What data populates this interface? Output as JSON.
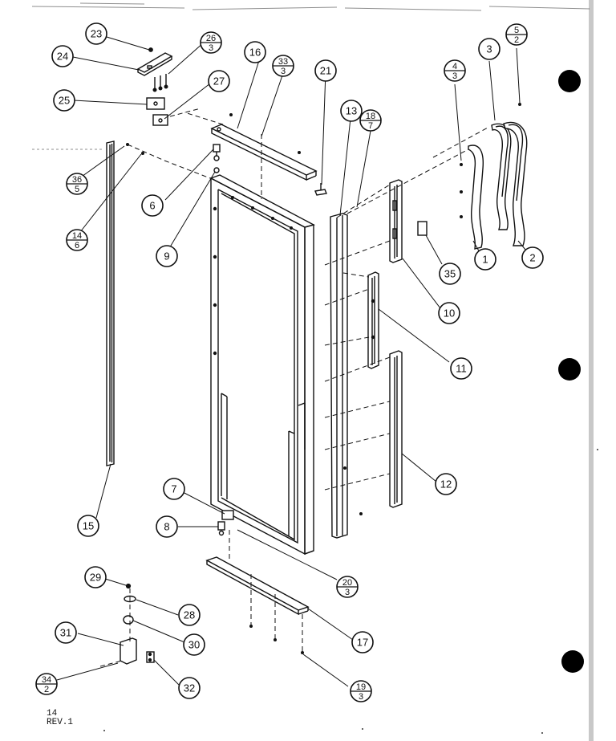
{
  "callouts": [
    {
      "id": "c1",
      "label": "1"
    },
    {
      "id": "c2",
      "label": "2"
    },
    {
      "id": "c3",
      "label": "3"
    },
    {
      "id": "c4",
      "num": "4",
      "den": "3"
    },
    {
      "id": "c5",
      "num": "5",
      "den": "2"
    },
    {
      "id": "c6",
      "label": "6"
    },
    {
      "id": "c7",
      "label": "7"
    },
    {
      "id": "c8",
      "label": "8"
    },
    {
      "id": "c9",
      "label": "9"
    },
    {
      "id": "c10",
      "label": "10"
    },
    {
      "id": "c11",
      "label": "11"
    },
    {
      "id": "c12",
      "label": "12"
    },
    {
      "id": "c13",
      "label": "13"
    },
    {
      "id": "c14",
      "num": "14",
      "den": "6"
    },
    {
      "id": "c15",
      "label": "15"
    },
    {
      "id": "c16",
      "label": "16"
    },
    {
      "id": "c17",
      "label": "17"
    },
    {
      "id": "c18",
      "num": "18",
      "den": "7"
    },
    {
      "id": "c19",
      "num": "19",
      "den": "3"
    },
    {
      "id": "c20",
      "num": "20",
      "den": "3"
    },
    {
      "id": "c21",
      "label": "21"
    },
    {
      "id": "c23",
      "label": "23"
    },
    {
      "id": "c24",
      "label": "24"
    },
    {
      "id": "c25",
      "label": "25"
    },
    {
      "id": "c26",
      "num": "26",
      "den": "3"
    },
    {
      "id": "c27",
      "label": "27"
    },
    {
      "id": "c28",
      "label": "28"
    },
    {
      "id": "c29",
      "label": "29"
    },
    {
      "id": "c30",
      "label": "30"
    },
    {
      "id": "c31",
      "label": "31"
    },
    {
      "id": "c32",
      "label": "32"
    },
    {
      "id": "c33",
      "num": "33",
      "den": "3"
    },
    {
      "id": "c34",
      "num": "34",
      "den": "2"
    },
    {
      "id": "c35",
      "label": "35"
    },
    {
      "id": "c36",
      "num": "36",
      "den": "5"
    }
  ],
  "page_number": "14",
  "revision": "REV.1",
  "colors": {
    "ink": "#111111",
    "paper": "#ffffff"
  }
}
